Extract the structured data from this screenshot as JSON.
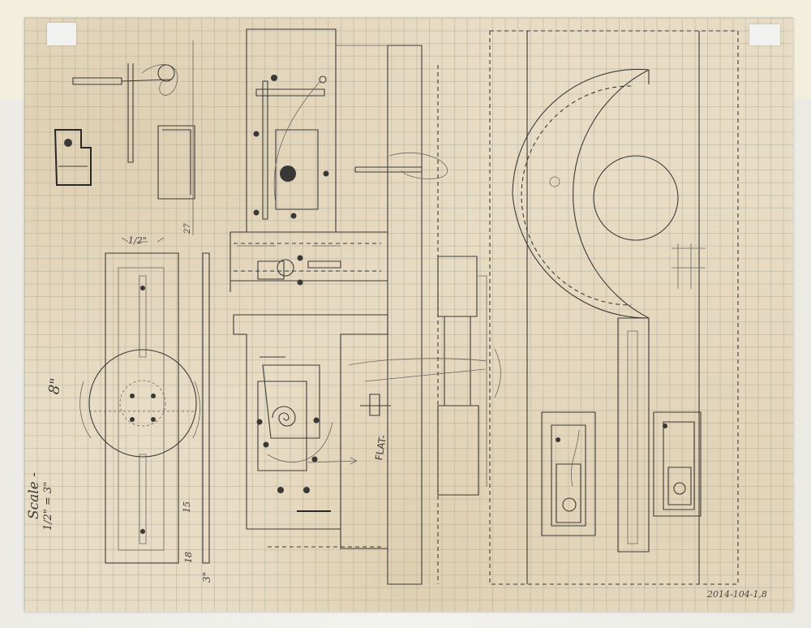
{
  "artwork": {
    "notes": {
      "scale_label": "Scale -",
      "scale_ratio": "1/2\" = 3\"",
      "dim_eight": "8\"",
      "dim_top": "1/2\"",
      "dim_fifteen": "15",
      "dim_eighteen": "18",
      "dim_three": "3\"",
      "dim_twentyseven": "27",
      "flat_label": "FLAT-"
    },
    "catalog_number": "2014-104-1,8"
  },
  "colors": {
    "paper": "#e8dcc4",
    "grid": "#87928e",
    "graphite": "#3c3a38",
    "mount": "#f4eedd"
  }
}
